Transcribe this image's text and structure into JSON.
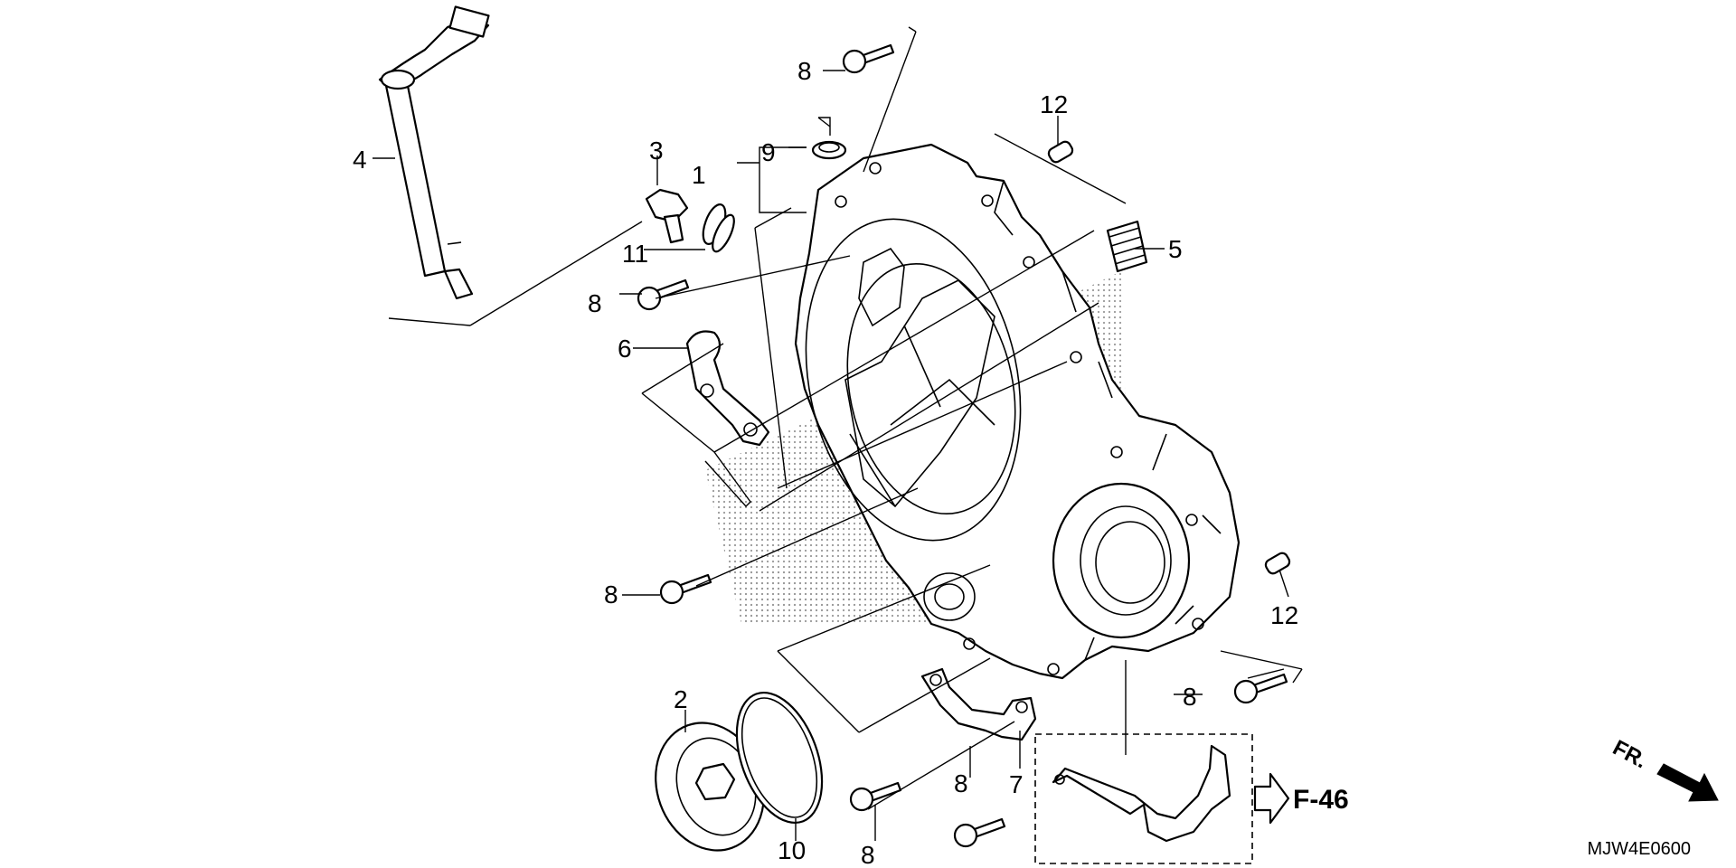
{
  "callouts": {
    "c1": "1",
    "c2": "2",
    "c3": "3",
    "c4": "4",
    "c5": "5",
    "c6": "6",
    "c7": "7",
    "c8": "8",
    "c9": "9",
    "c10": "10",
    "c11": "11",
    "c12": "12"
  },
  "reference": {
    "label": "F-46"
  },
  "direction": {
    "label": "FR."
  },
  "diagram_code": "MJW4E0600",
  "icons": {
    "reference_arrow": "hollow-right-arrow-icon",
    "front_arrow": "diagonal-down-right-arrow-icon"
  }
}
